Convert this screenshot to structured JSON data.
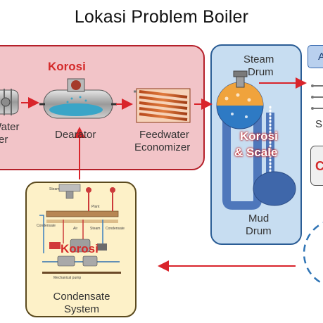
{
  "title": "Lokasi Problem Boiler",
  "pretreatment": {
    "water_label": "Water",
    "water_label_2": "er",
    "dearator_label": "Dearator",
    "economizer_label_1": "Feedwater",
    "economizer_label_2": "Economizer",
    "korosi": "Korosi"
  },
  "steam_system": {
    "steam_drum_1": "Steam",
    "steam_drum_2": "Drum",
    "korosi_scale_1": "Korosi",
    "korosi_scale_2": "& Scale",
    "mud_drum_1": "Mud",
    "mud_drum_2": "Drum"
  },
  "condensate": {
    "korosi": "Korosi",
    "label_1": "Condensate",
    "label_2": "System",
    "schematic_labels": [
      "Steam",
      "Condensate",
      "Plant",
      "Air",
      "Steam",
      "Condensate",
      "Mechanical pump"
    ]
  },
  "right_edge": {
    "top_box_text": "A",
    "s_text": "S",
    "mid_box_text": "C"
  },
  "colors": {
    "korosi_red": "#d42a2a",
    "flow_arrow": "#d9242b",
    "pretreatment_fill": "#f2c4c8",
    "steam_fill": "#c7ddf1",
    "condensate_fill": "#fdf1c8"
  }
}
